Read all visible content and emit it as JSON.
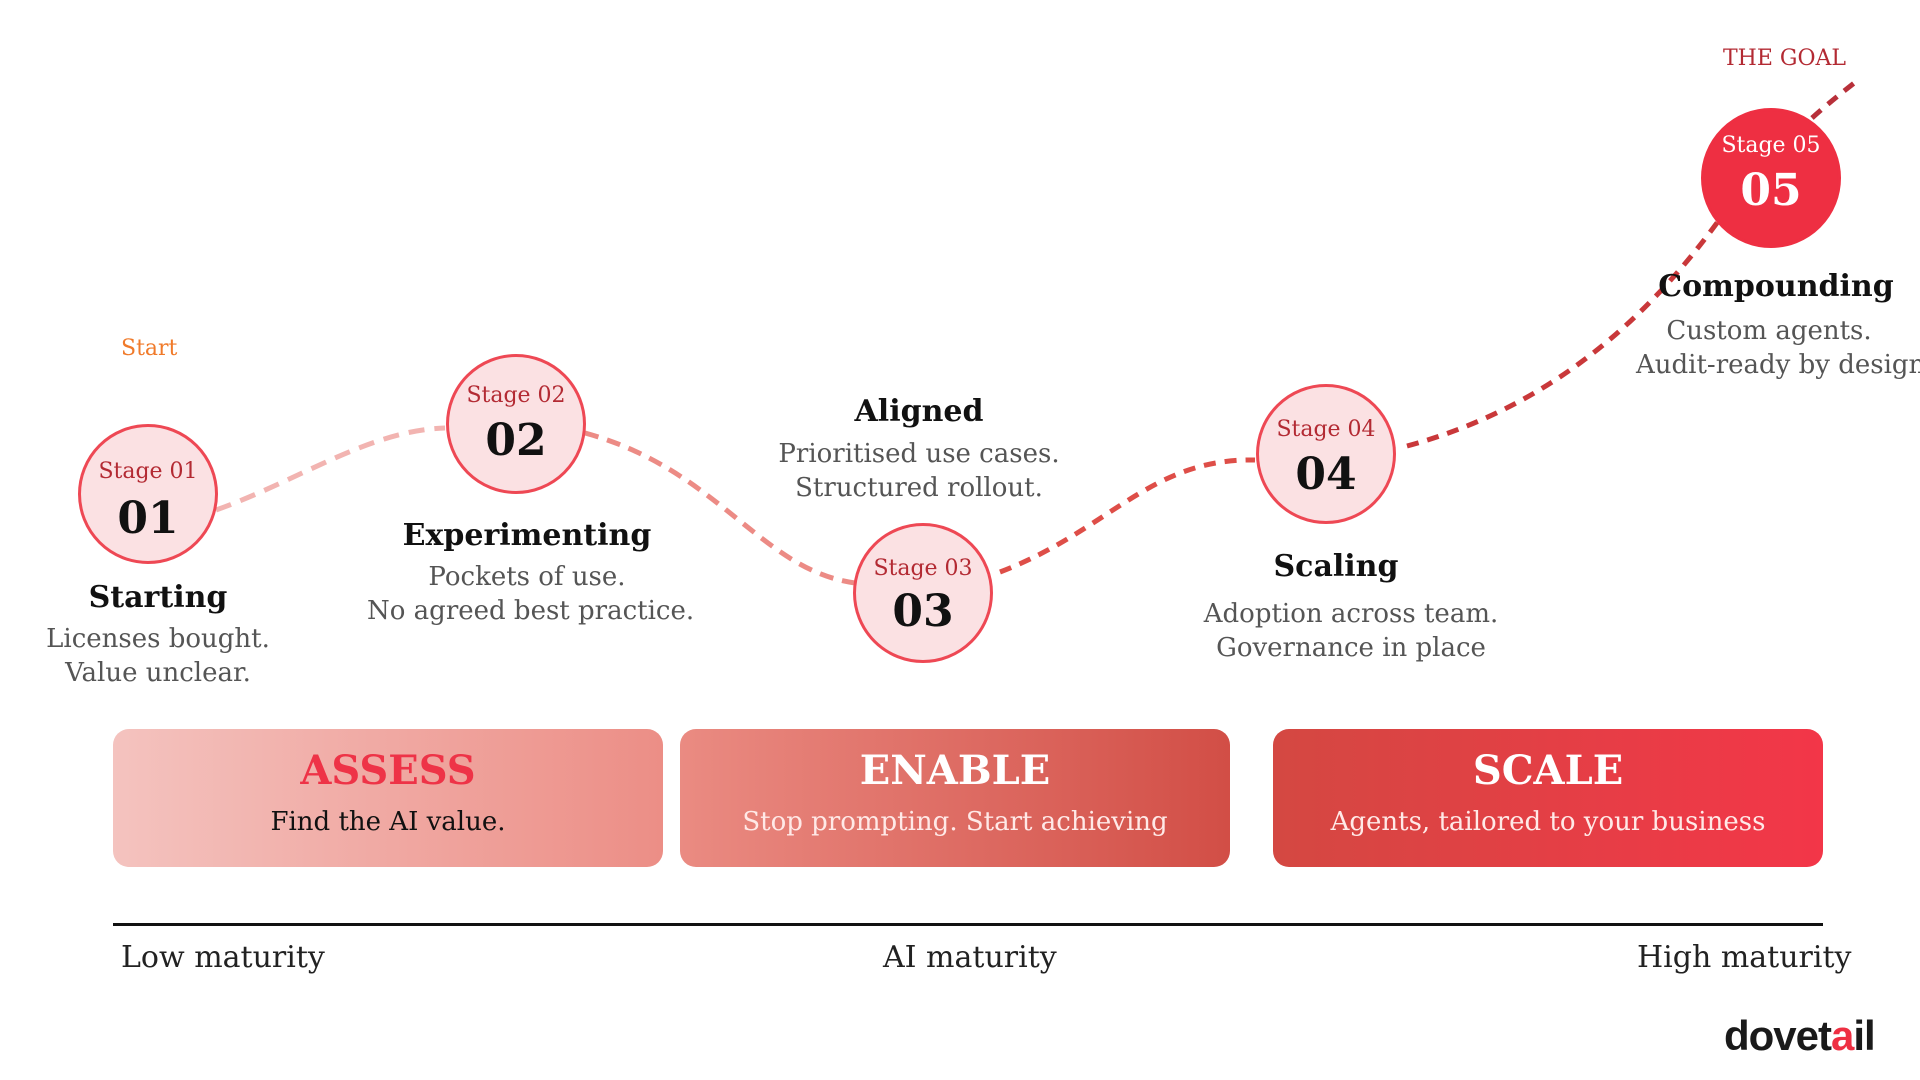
{
  "goal_label": "THE GOAL",
  "start_label": "Start",
  "stages": [
    {
      "label": "Stage 01",
      "number": "01",
      "title": "Starting",
      "desc": [
        "Licenses bought.",
        "Value unclear."
      ]
    },
    {
      "label": "Stage 02",
      "number": "02",
      "title": "Experimenting",
      "desc": [
        "Pockets of use.",
        "No agreed best practice."
      ]
    },
    {
      "label": "Stage 03",
      "number": "03",
      "title": "Aligned",
      "desc": [
        "Prioritised use cases.",
        "Structured rollout."
      ]
    },
    {
      "label": "Stage 04",
      "number": "04",
      "title": "Scaling",
      "desc": [
        "Adoption across team.",
        "Governance in place"
      ]
    },
    {
      "label": "Stage 05",
      "number": "05",
      "title": "Compounding",
      "desc": [
        "Custom agents.",
        "Audit-ready by design"
      ]
    }
  ],
  "phases": [
    {
      "title": "ASSESS",
      "subtitle": "Find the AI value."
    },
    {
      "title": "ENABLE",
      "subtitle": "Stop prompting. Start achieving"
    },
    {
      "title": "SCALE",
      "subtitle": "Agents, tailored to your business"
    }
  ],
  "axis": {
    "left": "Low maturity",
    "center": "AI maturity",
    "right": "High maturity"
  },
  "brand": {
    "prefix": "dovet",
    "dot_letter": "a",
    "suffix": "il"
  },
  "colors": {
    "accent": "#ee2f42",
    "stage_fill": "#fbe1e3",
    "start_label": "#f07a2a",
    "goal_label": "#b32a33"
  }
}
